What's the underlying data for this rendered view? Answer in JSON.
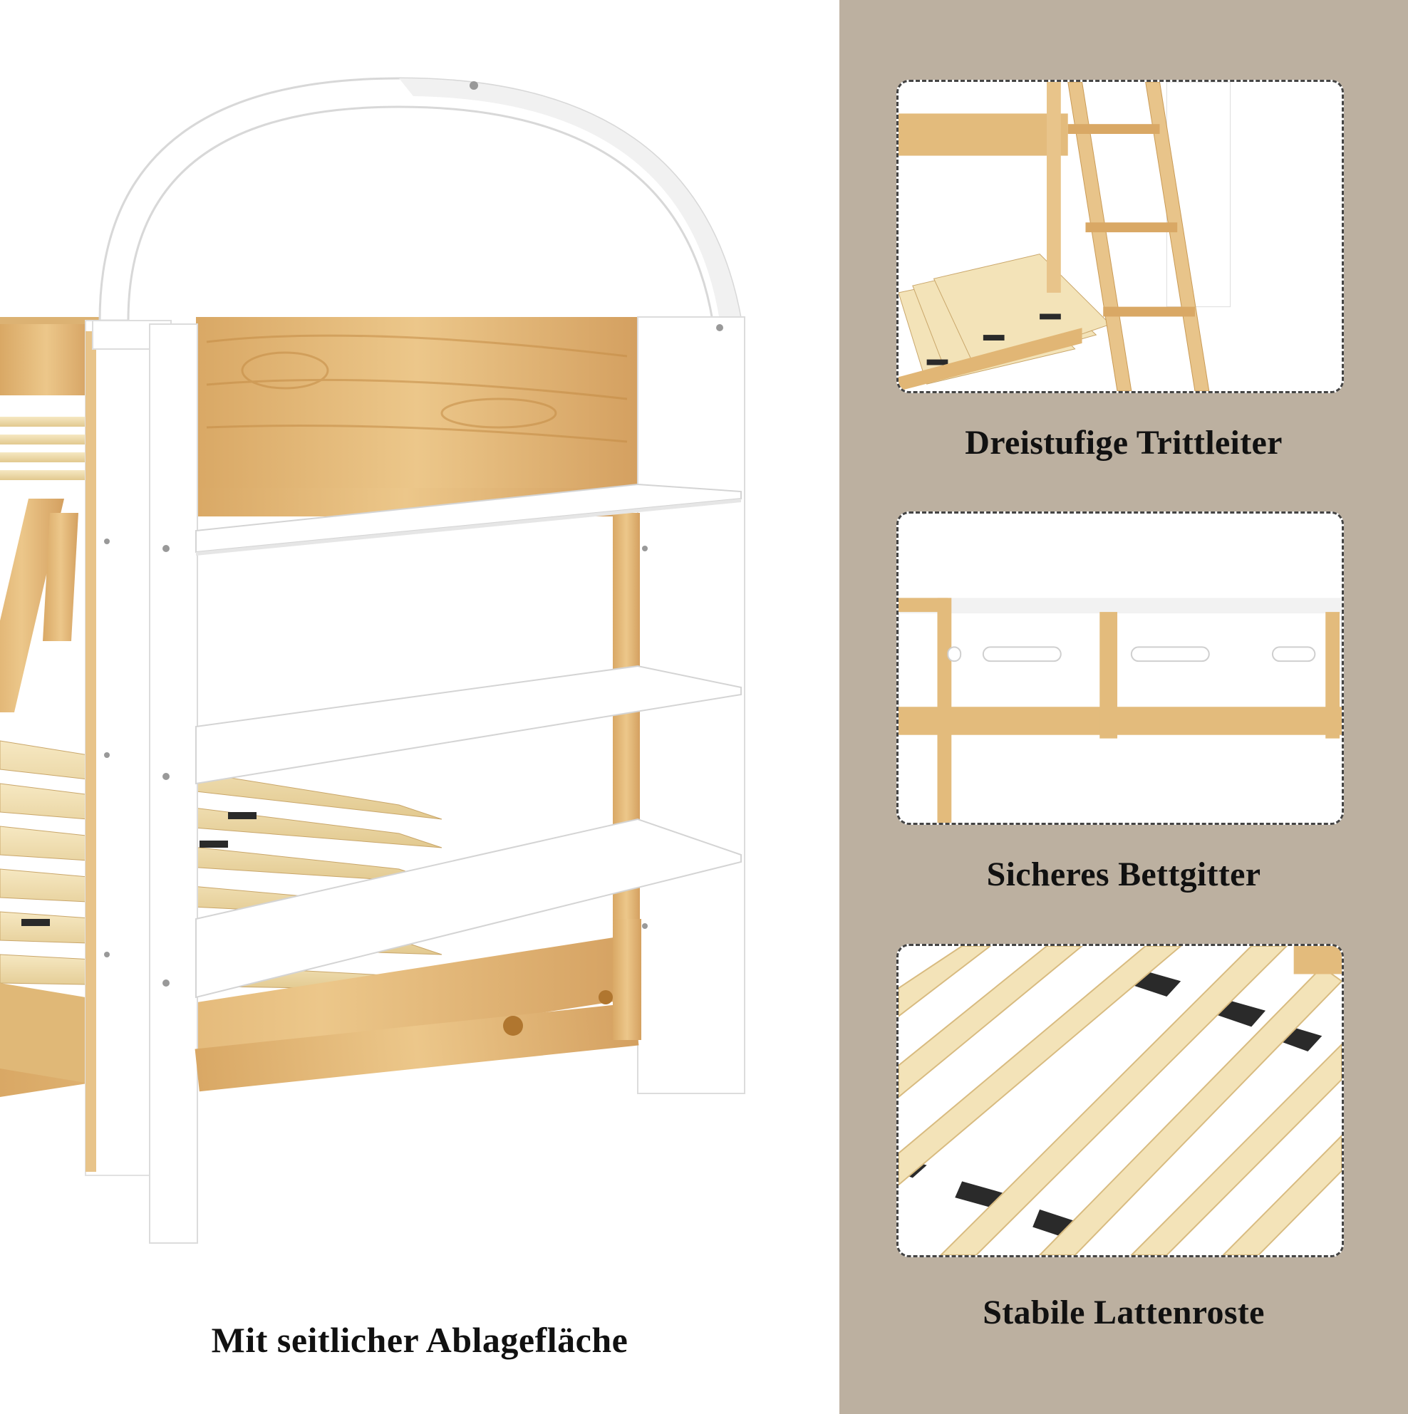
{
  "main": {
    "caption": "Mit seitlicher Ablagefläche"
  },
  "side_panel": {
    "background": "#bcb0a0",
    "features": [
      {
        "caption": "Dreistufige Trittleiter"
      },
      {
        "caption": "Sicheres Bettgitter"
      },
      {
        "caption": "Stabile Lattenroste"
      }
    ]
  },
  "colors": {
    "wood": "#e8c48a",
    "wood_dark": "#c99a55",
    "slat": "#f3e3b8",
    "white_panel": "#ffffff",
    "shadow": "#e6e6e6"
  }
}
